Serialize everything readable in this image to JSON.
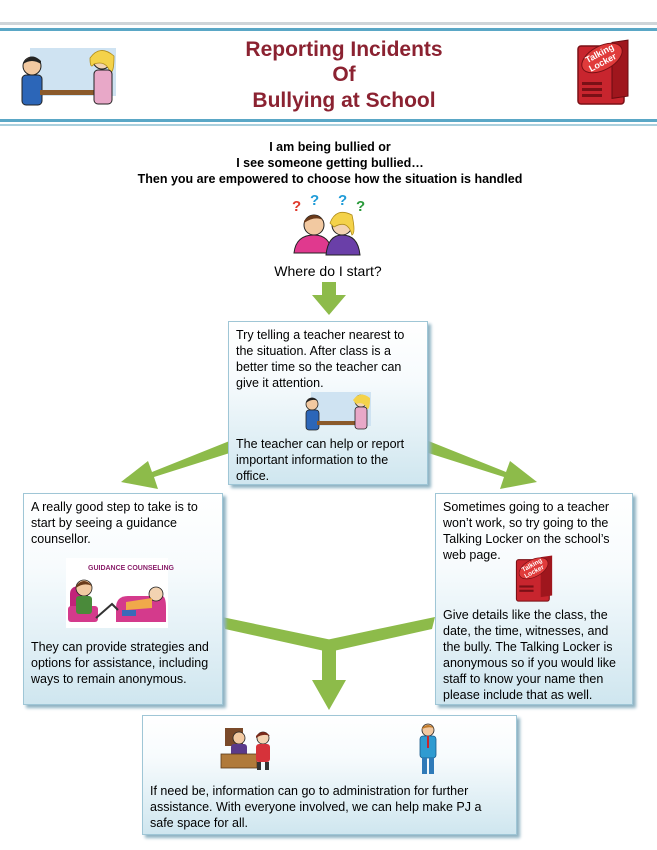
{
  "header": {
    "title_lines": [
      "Reporting Incidents",
      "Of",
      "Bullying at School"
    ],
    "badge_label_lines": [
      "Talking",
      "Locker"
    ]
  },
  "intro": {
    "lines": [
      "I am being bullied or",
      "I see someone getting bullied…",
      "Then you are empowered to choose how the situation is handled"
    ],
    "question": "Where do I start?"
  },
  "boxes": {
    "teacher": {
      "text_top": "Try telling a teacher nearest to the situation. After class is a better time so the teacher can give it attention.",
      "text_bottom": "The teacher can help or report important information to the office."
    },
    "counsellor": {
      "text_top": "A really good step to take is to start by seeing a guidance counsellor.",
      "sign": "GUIDANCE COUNSELING",
      "text_bottom": "They can provide strategies and options for assistance, including ways to remain anonymous."
    },
    "locker": {
      "text_top": "Sometimes going to a teacher won’t work, so try going to the Talking Locker on the school’s web page.",
      "text_bottom": "Give details like the class, the date, the time, witnesses, and the bully. The Talking Locker is anonymous so if you would like staff to know your name then please include that as well."
    },
    "admin": {
      "text": "If need be, information can go to administration for further assistance. With everyone involved, we can help make PJ a safe space for all."
    }
  },
  "colors": {
    "title": "#8b2231",
    "arrow": "#8dbb4a",
    "rule_blue": "#5aa7c6",
    "box_border": "#9fc6d6"
  },
  "icons": [
    "student-teacher-clipart",
    "confused-kids-clipart",
    "counseling-clipart",
    "office-meeting-clipart",
    "administrator-clipart",
    "talking-locker-icon"
  ]
}
